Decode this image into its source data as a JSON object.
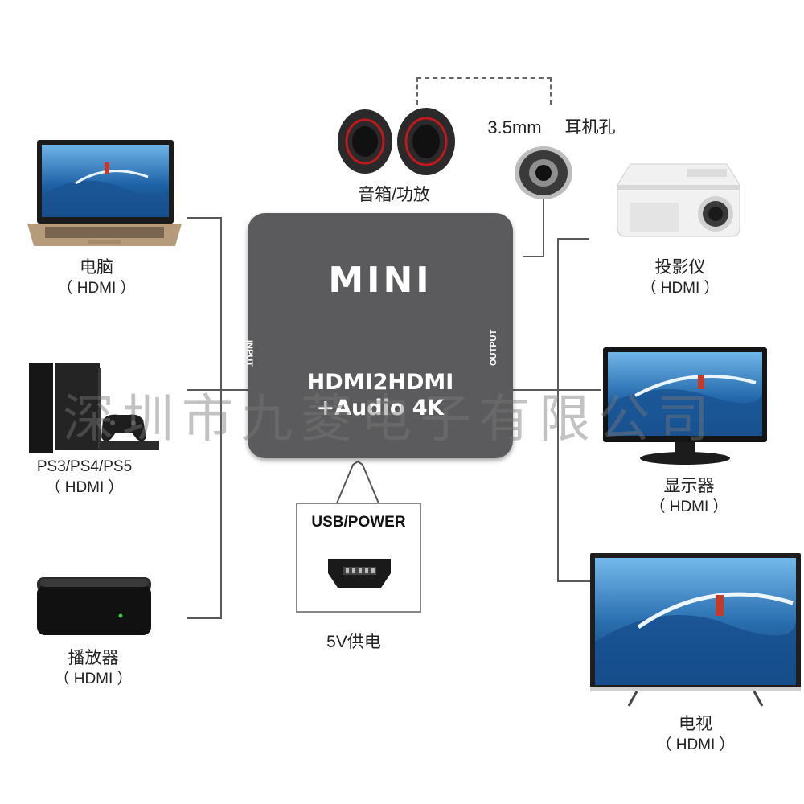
{
  "devices": {
    "laptop": {
      "name": "电脑",
      "port": "（ HDMI ）"
    },
    "console": {
      "name": "PS3/PS4/PS5",
      "port": "（ HDMI ）"
    },
    "player": {
      "name": "播放器",
      "port": "（ HDMI ）"
    },
    "speakers": {
      "name": "音箱/功放"
    },
    "jack": {
      "size": "3.5mm",
      "name": "耳机孔"
    },
    "projector": {
      "name": "投影仪",
      "port": "（ HDMI ）"
    },
    "monitor": {
      "name": "显示器",
      "port": "（ HDMI ）"
    },
    "tv": {
      "name": "电视",
      "port": "（ HDMI ）"
    }
  },
  "converter": {
    "logo": "MINI",
    "input_label": "INPUT",
    "output_label": "OUTPUT",
    "line1": "HDMI2HDMI",
    "line2": "+Audio 4K"
  },
  "power": {
    "port_label": "USB/POWER",
    "caption": "5V供电"
  },
  "watermark": "深圳市九菱电子有限公司",
  "colors": {
    "device_body": "#5b5b5d",
    "wire": "#5a5a5a",
    "speaker_accent": "#c0181c",
    "screen_blue": "#2a6fb0"
  }
}
